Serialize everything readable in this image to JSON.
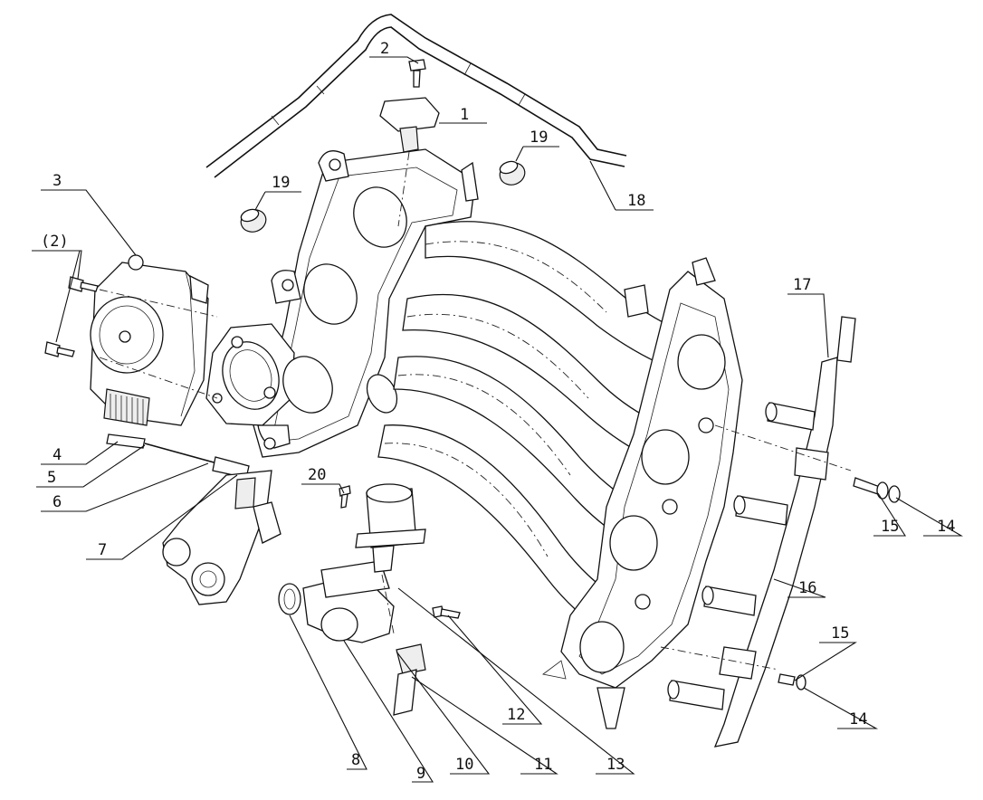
{
  "callouts": [
    {
      "id": "1",
      "text": "1"
    },
    {
      "id": "2",
      "text": "2"
    },
    {
      "id": "2b",
      "text": "(2)"
    },
    {
      "id": "3",
      "text": "3"
    },
    {
      "id": "4",
      "text": "4"
    },
    {
      "id": "5",
      "text": "5"
    },
    {
      "id": "6",
      "text": "6"
    },
    {
      "id": "7",
      "text": "7"
    },
    {
      "id": "8",
      "text": "8"
    },
    {
      "id": "9",
      "text": "9"
    },
    {
      "id": "10",
      "text": "10"
    },
    {
      "id": "11",
      "text": "11"
    },
    {
      "id": "12",
      "text": "12"
    },
    {
      "id": "13",
      "text": "13"
    },
    {
      "id": "14a",
      "text": "14"
    },
    {
      "id": "14b",
      "text": "14"
    },
    {
      "id": "15a",
      "text": "15"
    },
    {
      "id": "15b",
      "text": "15"
    },
    {
      "id": "16",
      "text": "16"
    },
    {
      "id": "17",
      "text": "17"
    },
    {
      "id": "18",
      "text": "18"
    },
    {
      "id": "19a",
      "text": "19"
    },
    {
      "id": "19b",
      "text": "19"
    },
    {
      "id": "20",
      "text": "20"
    }
  ],
  "colors": {
    "line": "#111111",
    "background": "#ffffff"
  }
}
